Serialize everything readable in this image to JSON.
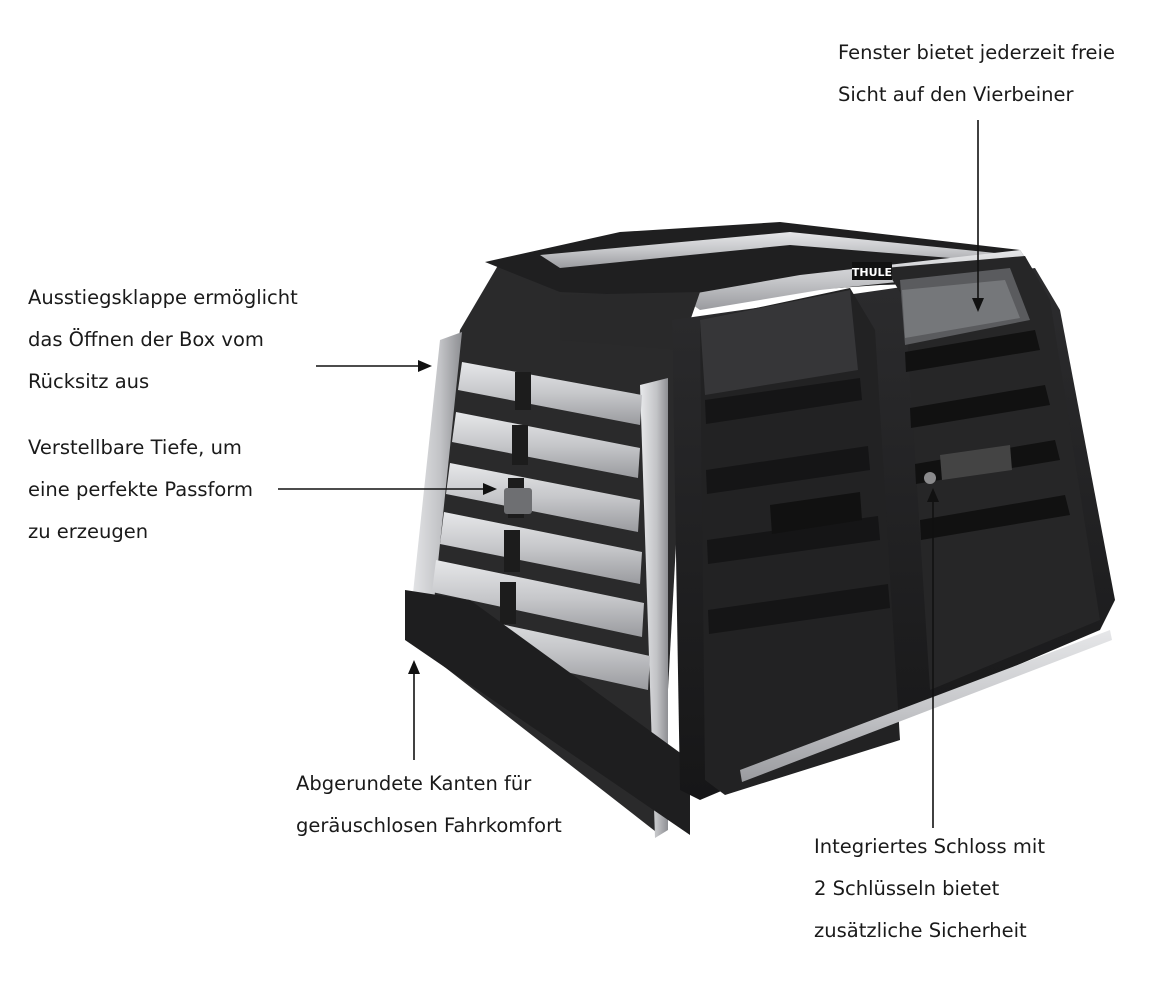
{
  "callouts": {
    "window": {
      "lines": [
        "Fenster bietet jederzeit freie",
        "Sicht auf den Vierbeiner"
      ]
    },
    "exit_flap": {
      "lines": [
        "Ausstiegsklappe ermöglicht",
        "das Öffnen der Box vom",
        "Rücksitz aus"
      ]
    },
    "depth": {
      "lines": [
        "Verstellbare Tiefe, um",
        "eine perfekte Passform",
        "zu erzeugen"
      ]
    },
    "edges": {
      "lines": [
        "Abgerundete Kanten für",
        "geräuschlosen Fahrkomfort"
      ]
    },
    "lock": {
      "lines": [
        "Integriertes Schloss mit",
        "2 Schlüsseln bietet",
        "zusätzliche Sicherheit"
      ]
    }
  },
  "product": {
    "brand_logo": "THULE"
  },
  "colors": {
    "frame": "#1f1f1f",
    "aluminium": "#c9cacc",
    "text": "#1a1a1a"
  }
}
